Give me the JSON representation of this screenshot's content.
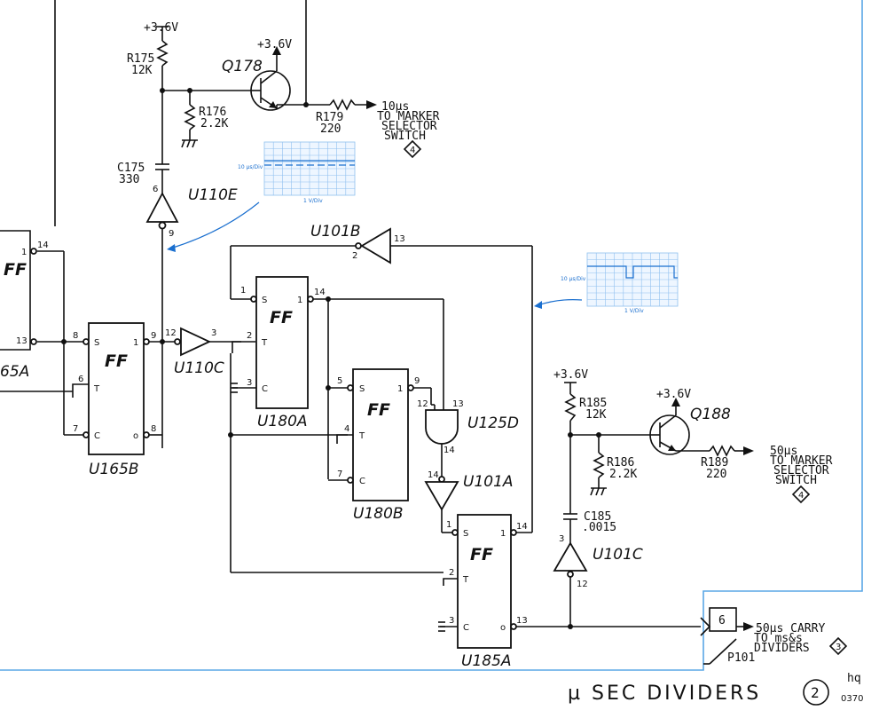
{
  "supply": {
    "v36": "+3.6V"
  },
  "parts": {
    "R175": {
      "ref": "R175",
      "val": "12K"
    },
    "R176": {
      "ref": "R176",
      "val": "2.2K"
    },
    "R179": {
      "ref": "R179",
      "val": "220"
    },
    "R185": {
      "ref": "R185",
      "val": "12K"
    },
    "R186": {
      "ref": "R186",
      "val": "2.2K"
    },
    "R189": {
      "ref": "R189",
      "val": "220"
    },
    "C175": {
      "ref": "C175",
      "val": "330"
    },
    "C185": {
      "ref": "C185",
      "val": ".0015"
    },
    "Q178": "Q178",
    "Q188": "Q188",
    "U110E": "U110E",
    "U110C": "U110C",
    "U101B": "U101B",
    "U101A": "U101A",
    "U101C": "U101C",
    "U125D": "U125D",
    "U165A": "65A",
    "U165B": "U165B",
    "U180A": "U180A",
    "U180B": "U180B",
    "U185A": "U185A",
    "P101": "P101",
    "ff": "FF"
  },
  "outputs": {
    "out10": {
      "line1": "10µs",
      "line2": "TO MARKER",
      "line3": "SELECTOR",
      "line4": "SWITCH",
      "ref": "4"
    },
    "out50": {
      "line1": "50µs",
      "line2": "TO MARKER",
      "line3": "SELECTOR",
      "line4": "SWITCH",
      "ref": "4"
    },
    "carry": {
      "line1": "50µs CARRY",
      "line2": "TO ms&s",
      "line3": "DIVIDERS",
      "ref": "3",
      "pin": "6"
    }
  },
  "scopes": {
    "scope1": {
      "time": "10 µs/Div",
      "volt": "1 V/Div"
    },
    "scope2": {
      "time": "10 µs/Div",
      "volt": "1 V/Div"
    }
  },
  "footer": {
    "title": "µ SEC DIVIDERS",
    "sheet": "2",
    "initials": "hq",
    "date": "0370"
  }
}
